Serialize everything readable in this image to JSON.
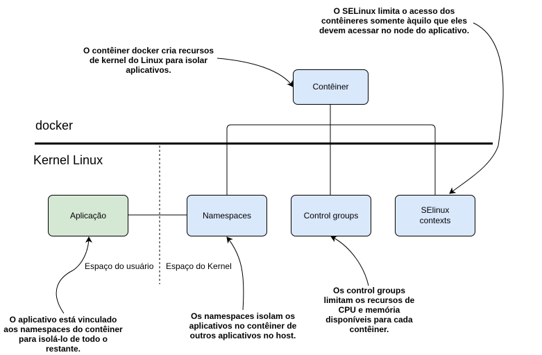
{
  "layers": {
    "docker": "docker",
    "kernel": "Kernel Linux"
  },
  "spaces": {
    "user": "Espaço do usuário",
    "kernel": "Espaço do Kernel"
  },
  "boxes": {
    "container": "Contêiner",
    "application": "Aplicação",
    "namespaces": "Namespaces",
    "control_groups": "Control groups",
    "selinux": "SElinux\ncontexts"
  },
  "notes": {
    "docker_creates": "O contêiner docker cria recursos de kernel do Linux para isolar aplicativos.",
    "selinux_limits": "O SELinux limita o acesso dos contêineres somente àquilo que eles devem acessar no node do aplicativo.",
    "app_linked": "O aplicativo está vinculado aos namespaces do contêiner para isolá-lo de todo o restante.",
    "namespaces_isolate": "Os namespaces isolam os aplicativos no contêiner de outros aplicativos no host.",
    "cgroups_limit": "Os control groups limitam os recursos de CPU e memória disponíveis para cada contêiner."
  },
  "colors": {
    "box_blue": "#dae8fc",
    "box_green": "#d5e8d4",
    "stroke": "#000000"
  }
}
